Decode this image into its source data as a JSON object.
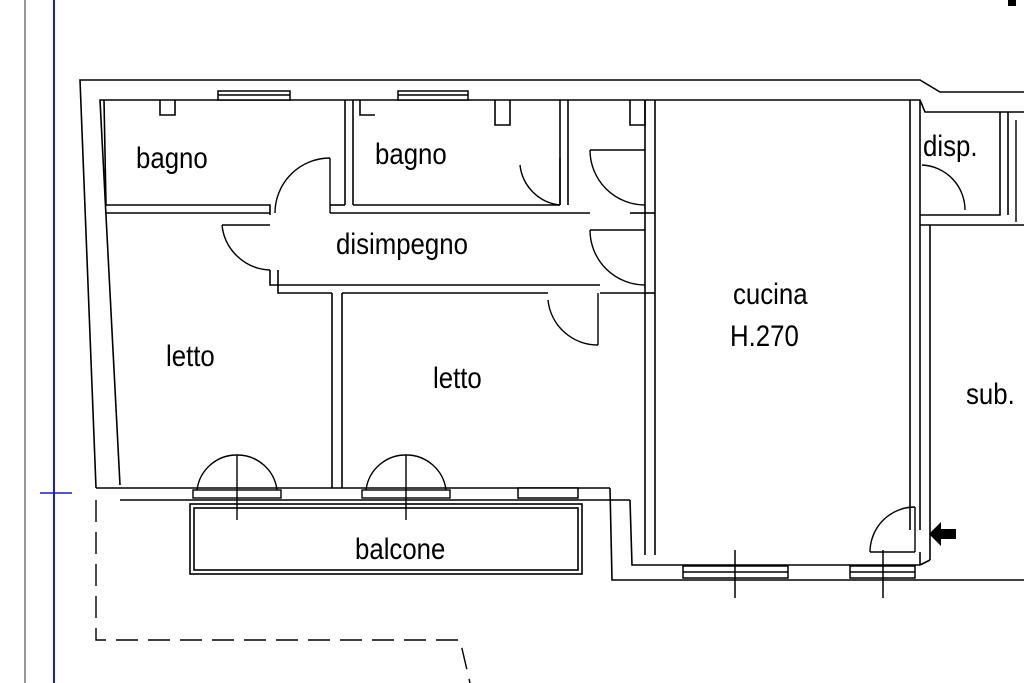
{
  "rooms": {
    "bagno_1": "bagno",
    "bagno_2": "bagno",
    "disimpegno": "disimpegno",
    "disp": "disp.",
    "letto_1": "letto",
    "letto_2": "letto",
    "cucina": "cucina",
    "cucina_height": "H.270",
    "sub": "sub.",
    "balcone": "balcone"
  },
  "colors": {
    "wall": "#000000",
    "guide": "#1c1ccc",
    "background": "#ffffff"
  },
  "icons": {
    "entrance": "entrance-arrow-icon"
  }
}
